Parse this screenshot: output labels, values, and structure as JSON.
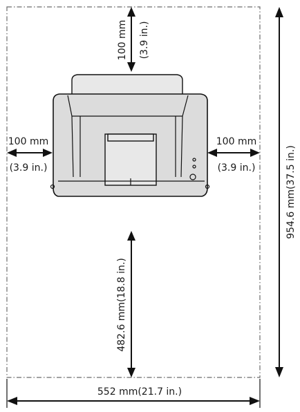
{
  "diagram": {
    "top_clearance": {
      "metric": "100 mm",
      "imperial": "(3.9 in.)"
    },
    "left_clearance": {
      "metric": "100 mm",
      "imperial": "(3.9 in.)"
    },
    "right_clearance": {
      "metric": "100 mm",
      "imperial": "(3.9 in.)"
    },
    "front_clearance": "482.6 mm(18.8 in.)",
    "total_depth": "954.6 mm(37.5 in.)",
    "total_width": "552 mm(21.7 in.)"
  }
}
